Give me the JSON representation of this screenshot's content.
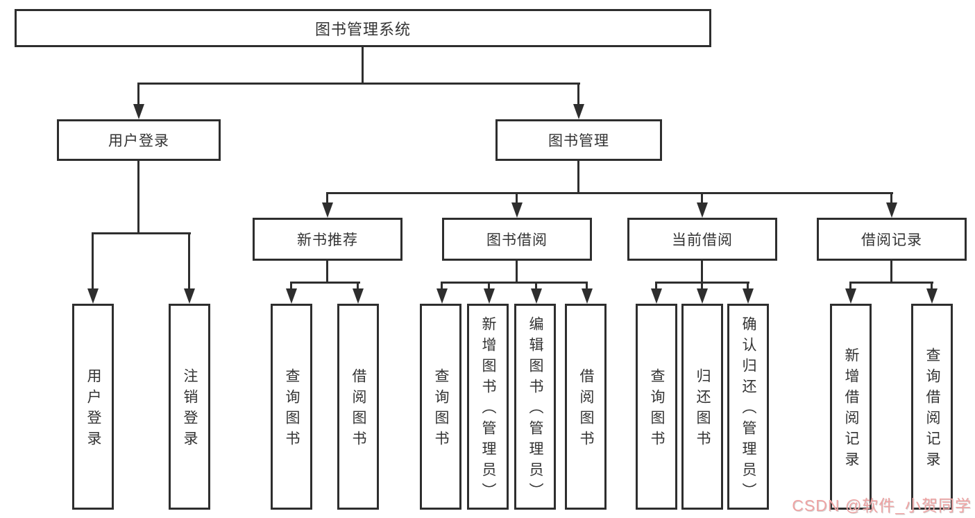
{
  "diagram": {
    "type": "org-tree",
    "root": {
      "label": "图书管理系统"
    },
    "branches": [
      {
        "label": "用户登录",
        "children": [
          {
            "label": "用户登录"
          },
          {
            "label": "注销登录"
          }
        ]
      },
      {
        "label": "图书管理",
        "children": [
          {
            "label": "新书推荐",
            "children": [
              {
                "label": "查询图书"
              },
              {
                "label": "借阅图书"
              }
            ]
          },
          {
            "label": "图书借阅",
            "children": [
              {
                "label": "查询图书"
              },
              {
                "label": "新增图书（管理员）"
              },
              {
                "label": "编辑图书（管理员）"
              },
              {
                "label": "借阅图书"
              }
            ]
          },
          {
            "label": "当前借阅",
            "children": [
              {
                "label": "查询图书"
              },
              {
                "label": "归还图书"
              },
              {
                "label": "确认归还（管理员）"
              }
            ]
          },
          {
            "label": "借阅记录",
            "children": [
              {
                "label": "新增借阅记录"
              },
              {
                "label": "查询借阅记录"
              }
            ]
          }
        ]
      }
    ]
  },
  "watermark": {
    "text": "CSDN @软件_小贺同学",
    "color": "#efa3a3"
  },
  "colors": {
    "line": "#2e2e2e",
    "text": "#333333",
    "background": "#ffffff"
  }
}
